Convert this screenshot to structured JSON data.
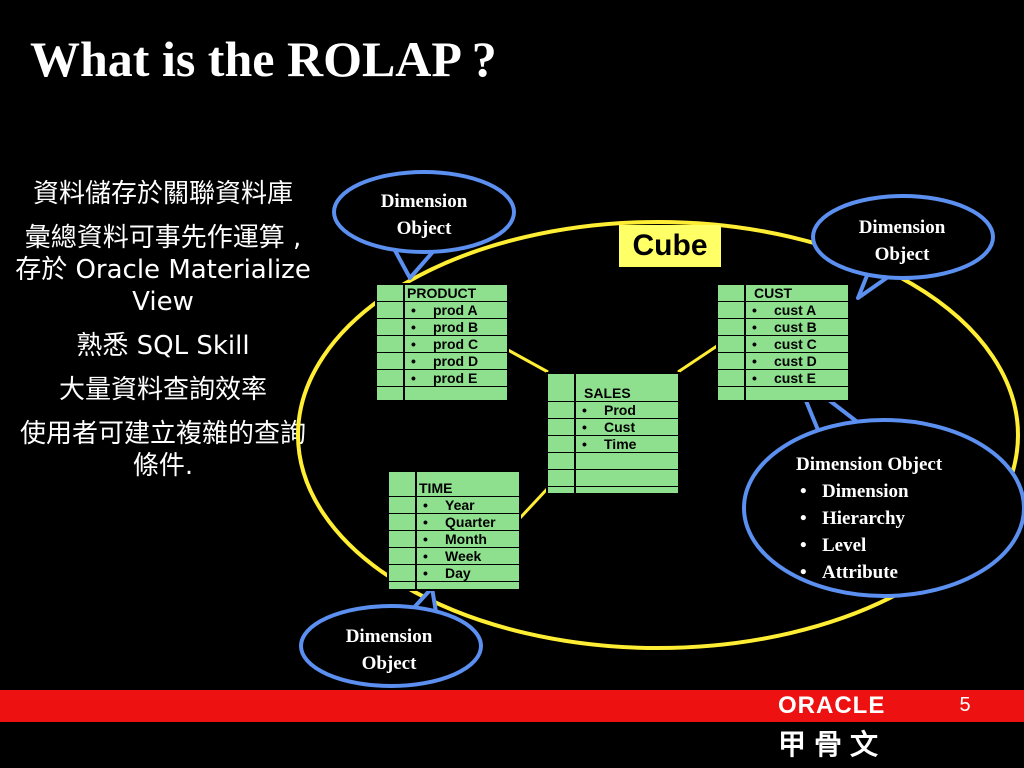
{
  "slide": {
    "title": "What is the ROLAP ?",
    "page_number": "5"
  },
  "bullets": [
    "資料儲存於關聯資料庫",
    "彙總資料可事先作運算 , 存於 Oracle Materialize View",
    "熟悉 SQL Skill",
    "大量資料查詢效率",
    "使用者可建立複雜的查詢條件."
  ],
  "cube": {
    "label": "Cube"
  },
  "tables": {
    "product": {
      "header": "PRODUCT",
      "items": [
        "prod A",
        "prod B",
        "prod C",
        "prod D",
        "prod E"
      ]
    },
    "cust": {
      "header": "CUST",
      "items": [
        "cust A",
        "cust B",
        "cust C",
        "cust D",
        "cust E"
      ]
    },
    "sales": {
      "header": "SALES",
      "items": [
        "Prod",
        "Cust",
        "Time"
      ]
    },
    "time": {
      "header": "TIME",
      "items": [
        "Year",
        "Quarter",
        "Month",
        "Week",
        "Day"
      ]
    }
  },
  "bubbles": {
    "top_left": {
      "line1": "Dimension",
      "line2": "Object"
    },
    "top_right": {
      "line1": "Dimension",
      "line2": "Object"
    },
    "bottom": {
      "line1": "Dimension",
      "line2": "Object"
    },
    "detail": {
      "heading": "Dimension Object",
      "items": [
        "Dimension",
        "Hierarchy",
        "Level",
        "Attribute"
      ]
    }
  },
  "colors": {
    "background": "#000000",
    "cube_ellipse": "#ffee33",
    "bubble_stroke": "#5b8ff0",
    "table_fill": "#8ee08e",
    "footer_bar": "#ee1111"
  },
  "logos": {
    "oracle": "ORACLE",
    "chinese": "甲骨文"
  }
}
